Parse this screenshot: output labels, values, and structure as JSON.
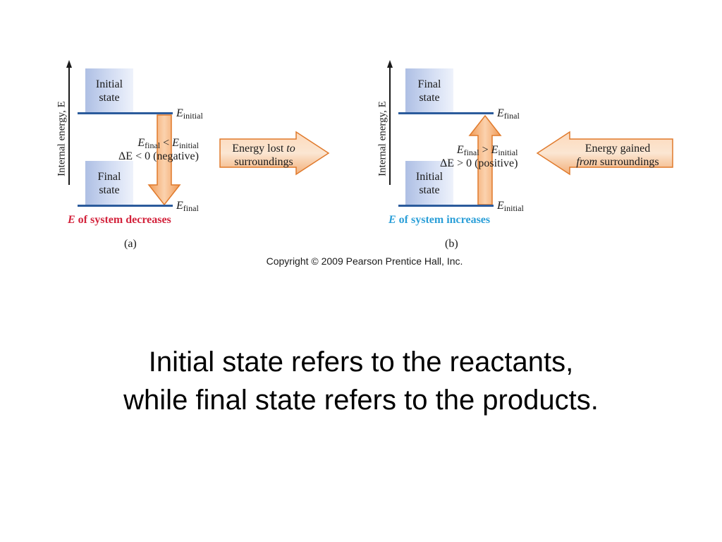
{
  "panel_a": {
    "axis_label": "Internal energy, E",
    "top_box": [
      "Initial",
      "state"
    ],
    "bottom_box": [
      "Final",
      "state"
    ],
    "top_level": {
      "symbol": "E",
      "subscript": "initial"
    },
    "bottom_level": {
      "symbol": "E",
      "subscript": "final"
    },
    "condition": {
      "line1_left": "E",
      "line1_left_sub": "final",
      "line1_op": " < ",
      "line1_right": "E",
      "line1_right_sub": "initial",
      "line2": "ΔE < 0 (negative)"
    },
    "side_arrow": {
      "line1_a": "Energy lost ",
      "line1_b": "to",
      "line2": "surroundings"
    },
    "summary": {
      "symbol": "E",
      "text": " of system decreases"
    },
    "panel_label": "(a)"
  },
  "panel_b": {
    "axis_label": "Internal energy, E",
    "top_box": [
      "Final",
      "state"
    ],
    "bottom_box": [
      "Initial",
      "state"
    ],
    "top_level": {
      "symbol": "E",
      "subscript": "final"
    },
    "bottom_level": {
      "symbol": "E",
      "subscript": "initial"
    },
    "condition": {
      "line1_left": "E",
      "line1_left_sub": "final",
      "line1_op": " > ",
      "line1_right": "E",
      "line1_right_sub": "initial",
      "line2": "ΔE > 0 (positive)"
    },
    "side_arrow": {
      "line1": "Energy gained",
      "line2_a": "from",
      "line2_b": " surroundings"
    },
    "summary": {
      "symbol": "E",
      "text": " of system increases"
    },
    "panel_label": "(b)"
  },
  "copyright": "Copyright © 2009 Pearson Prentice Hall, Inc.",
  "caption": {
    "line1": "Initial state refers to the reactants,",
    "line2": "while final state refers to the products."
  },
  "colors": {
    "decrease": "#d3233c",
    "increase": "#2b9fd8",
    "arrow_fill": "#f5b784",
    "arrow_stroke": "#e07a2c",
    "level": "#2b5b9c"
  }
}
